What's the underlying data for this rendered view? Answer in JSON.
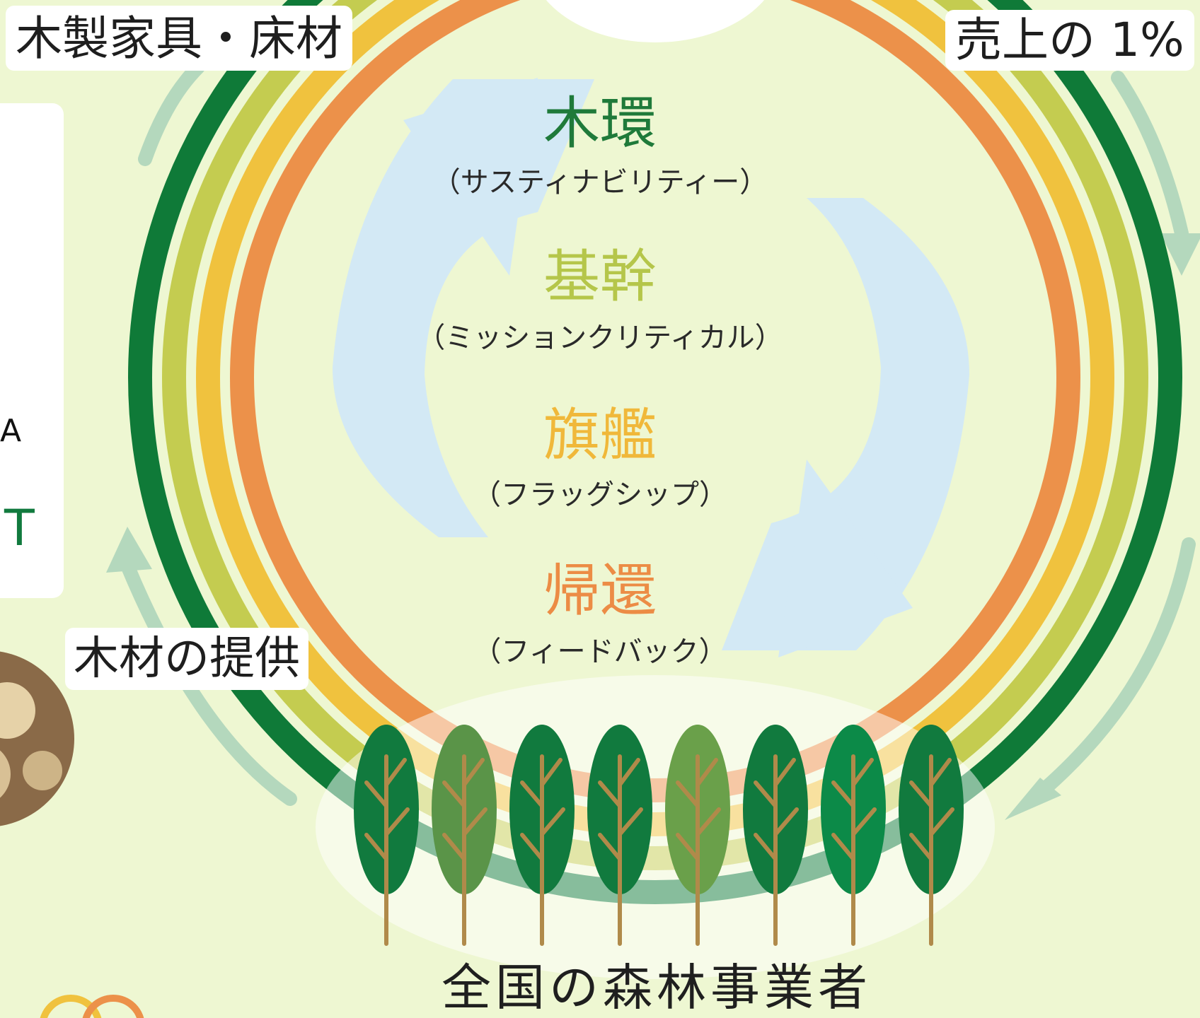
{
  "labels": {
    "top_left": "木製家具・床材",
    "top_right": "売上の 1%",
    "middle_left": "木材の提供",
    "bottom": "全国の森林事業者"
  },
  "side_card_fragments": [
    "A",
    "T"
  ],
  "center_items": [
    {
      "name": "木環",
      "reading": "（サスティナビリティー）",
      "color": "#1f7a3a"
    },
    {
      "name": "基幹",
      "reading": "（ミッションクリティカル）",
      "color": "#b5c64a"
    },
    {
      "name": "旗艦",
      "reading": "（フラッグシップ）",
      "color": "#f0b83a"
    },
    {
      "name": "帰還",
      "reading": "（フィードバック）",
      "color": "#ec8c45"
    }
  ],
  "ring_colors": [
    "#0f7a38",
    "#c4cc50",
    "#f0c23e",
    "#ec914a"
  ],
  "tree_colors": [
    "#117a3e",
    "#5a9448",
    "#117a3e",
    "#117a3e",
    "#6aa04a",
    "#117a3e",
    "#0c8a48",
    "#117a3e"
  ],
  "decor_circle_colors": [
    "#f0c23e",
    "#ec914a"
  ]
}
